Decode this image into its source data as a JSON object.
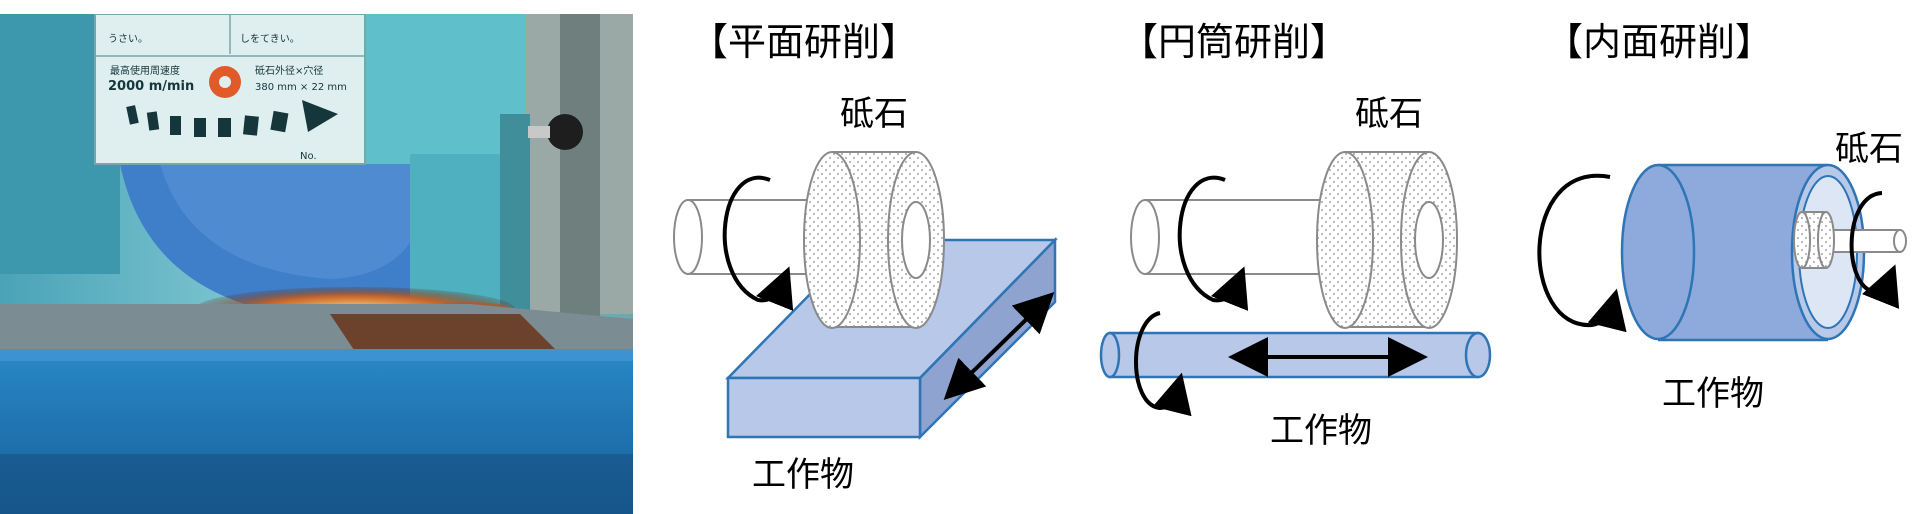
{
  "photo": {
    "plate_text": [
      "うさい。",
      "しをてきい。"
    ],
    "plate_speed_heading": "最高使用周速度",
    "plate_speed": "2000 m/min",
    "plate_wheel_heading": "砥石外径×穴径",
    "plate_wheel_size": "380 mm × 22 mm"
  },
  "surface_grinding": {
    "title": "【平面研削】",
    "wheel_label": "砥石",
    "workpiece_label": "工作物"
  },
  "cylindrical_grinding": {
    "title": "【円筒研削】",
    "wheel_label": "砥石",
    "workpiece_label": "工作物"
  },
  "internal_grinding": {
    "title": "【内面研削】",
    "wheel_label": "砥石",
    "workpiece_label": "工作物"
  },
  "colors": {
    "workpiece_fill": "#b7c8e8",
    "workpiece_side": "#8ea3cf",
    "workpiece_stroke": "#2e75b6",
    "machine_teal": "#5bb8c8",
    "blue_table": "#1d77b8"
  }
}
